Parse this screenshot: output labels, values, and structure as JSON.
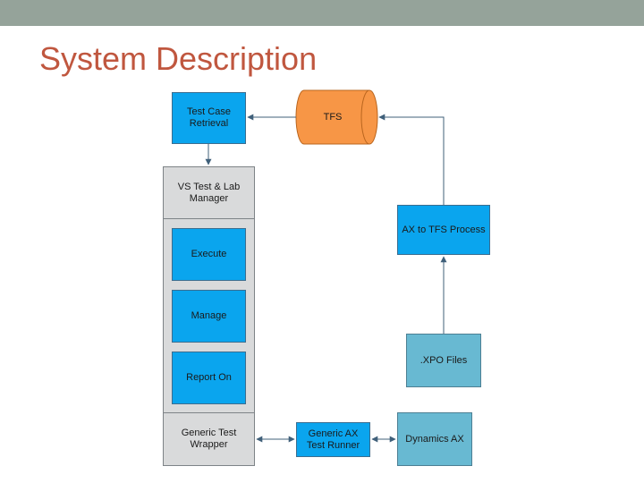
{
  "slide": {
    "title": "System Description"
  },
  "diagram": {
    "nodes": {
      "tfs": "TFS",
      "test_case_retrieval": "Test Case Retrieval",
      "vs_test_lab_manager": "VS Test & Lab Manager",
      "execute": "Execute",
      "manage": "Manage",
      "report_on": "Report On",
      "generic_test_wrapper": "Generic Test Wrapper",
      "ax_to_tfs_process": "AX to TFS Process",
      "xpo_files": ".XPO Files",
      "generic_ax_test_runner": "Generic AX Test Runner",
      "dynamics_ax": "Dynamics AX"
    },
    "edges": [
      {
        "from": "tfs",
        "to": "test_case_retrieval",
        "direction": "forward"
      },
      {
        "from": "test_case_retrieval",
        "to": "vs_test_lab_manager",
        "direction": "forward"
      },
      {
        "from": "ax_to_tfs_process",
        "to": "tfs",
        "direction": "forward"
      },
      {
        "from": "xpo_files",
        "to": "ax_to_tfs_process",
        "direction": "forward"
      },
      {
        "from": "generic_test_wrapper",
        "to": "generic_ax_test_runner",
        "direction": "both"
      },
      {
        "from": "generic_ax_test_runner",
        "to": "dynamics_ax",
        "direction": "both"
      }
    ],
    "colors": {
      "process_box": "#0aa5ee",
      "container": "#d9dadb",
      "external_box": "#68b9d2",
      "datastore": "#f79646",
      "connector": "#40607a"
    }
  }
}
